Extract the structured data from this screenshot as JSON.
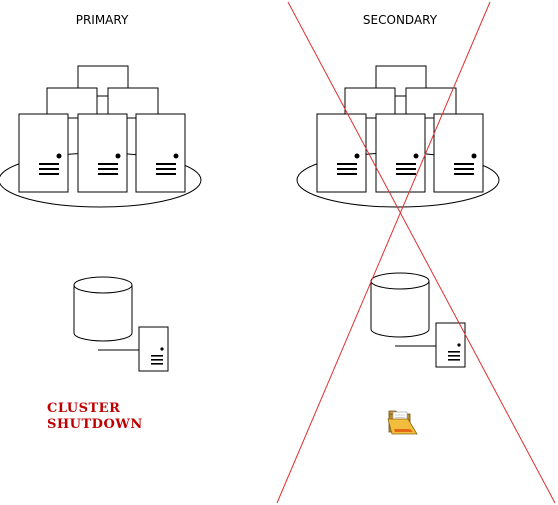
{
  "primary": {
    "label": "PRIMARY"
  },
  "secondary": {
    "label": "SECONDARY"
  },
  "status": {
    "line1": "CLUSTER",
    "line2": "SHUTDOWN",
    "color": "#c00000"
  },
  "cross_out": {
    "color": "#e03030"
  },
  "icons": {
    "secondary_storage": "folder-icon"
  }
}
